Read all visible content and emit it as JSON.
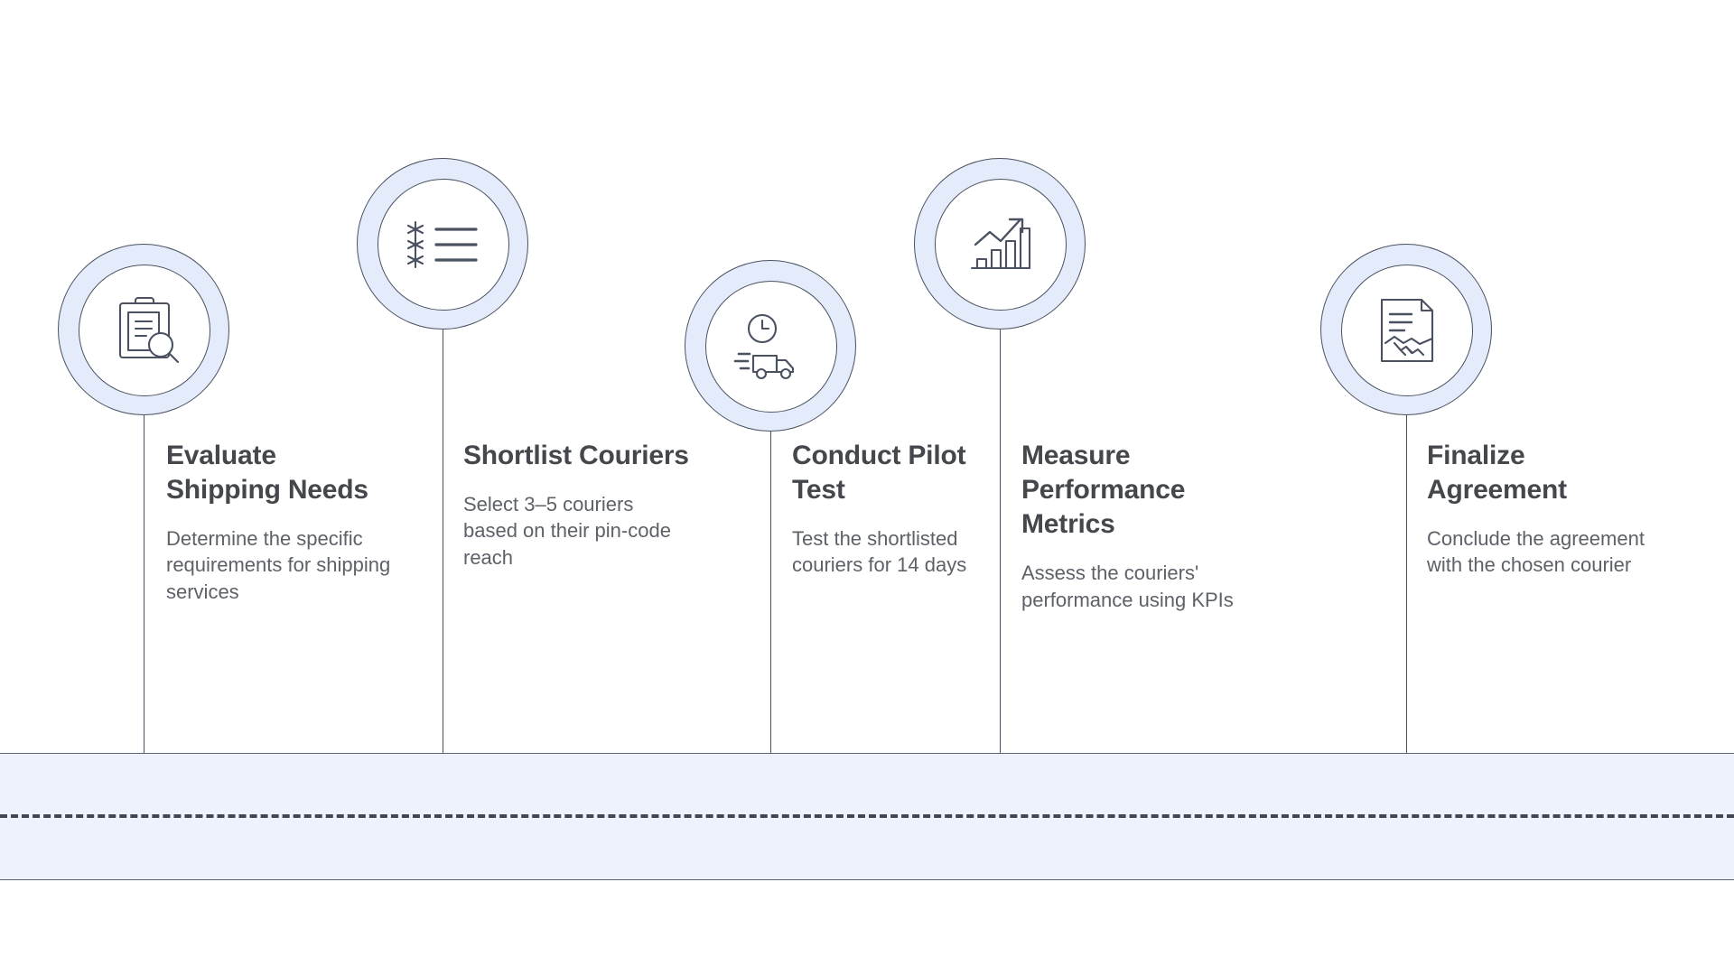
{
  "theme": {
    "background": "#ffffff",
    "bubble_ring_fill": "#e4ecfb",
    "bubble_inner_fill": "#ffffff",
    "outline": "#4a5160",
    "road_fill": "#edf2fc",
    "road_border": "#5a6475",
    "road_dash": "#3f4654",
    "title_color": "#44474c",
    "desc_color": "#5d6168"
  },
  "timeline": {
    "steps": [
      {
        "index": 1,
        "title": "Evaluate Shipping Needs",
        "description": "Determine the specific requirements for shipping services",
        "icon": "clipboard-magnifier-icon"
      },
      {
        "index": 2,
        "title": "Shortlist Couriers",
        "description": "Select 3–5 couriers based on their pin-code reach",
        "icon": "checklist-icon"
      },
      {
        "index": 3,
        "title": "Conduct Pilot Test",
        "description": "Test the shortlisted couriers for 14 days",
        "icon": "delivery-truck-clock-icon"
      },
      {
        "index": 4,
        "title": "Measure Performance Metrics",
        "description": "Assess the couriers' performance using KPIs",
        "icon": "growth-bar-chart-icon"
      },
      {
        "index": 5,
        "title": "Finalize Agreement",
        "description": "Conclude the agreement with the chosen courier",
        "icon": "contract-handshake-icon"
      }
    ]
  }
}
